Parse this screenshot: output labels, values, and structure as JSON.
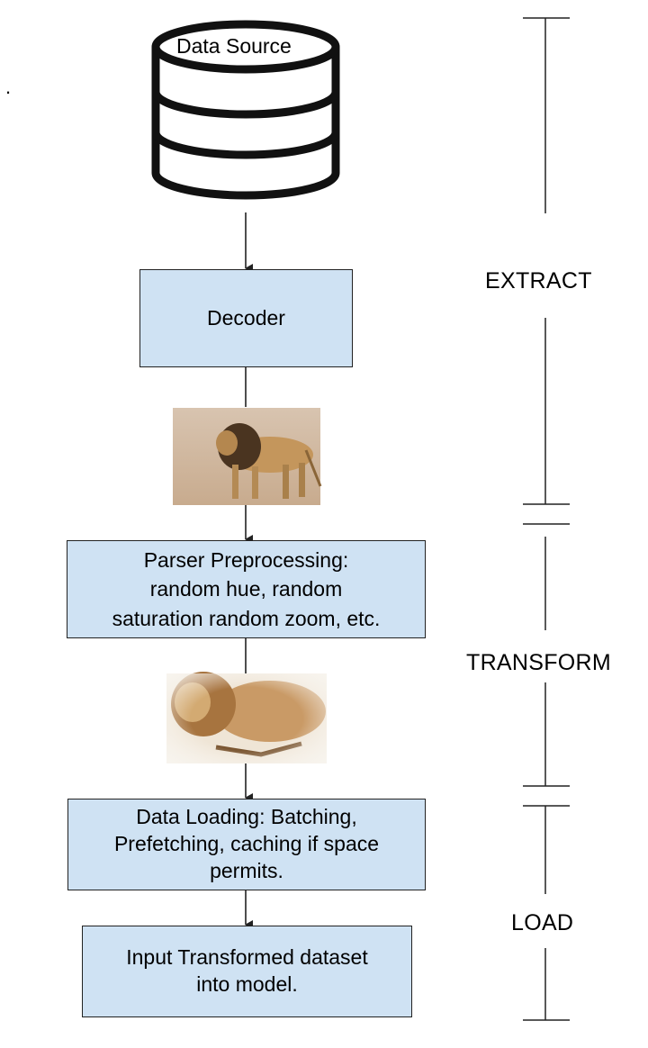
{
  "source": {
    "label": "Data Source"
  },
  "steps": [
    {
      "id": "decoder",
      "label": "Decoder"
    },
    {
      "id": "parser",
      "label": "Parser Preprocessing:\nrandom hue, random\nsaturation random zoom, etc."
    },
    {
      "id": "loading",
      "label": "Data Loading: Batching,\nPrefetching, caching if space\npermits."
    },
    {
      "id": "input",
      "label": "Input Transformed dataset\ninto model."
    }
  ],
  "stages": [
    "EXTRACT",
    "TRANSFORM",
    "LOAD"
  ],
  "images": {
    "decoded": "lion-photo",
    "augmented": "augmented-lion-photo"
  },
  "colors": {
    "box_fill": "#cfe2f3",
    "stroke": "#222222"
  }
}
